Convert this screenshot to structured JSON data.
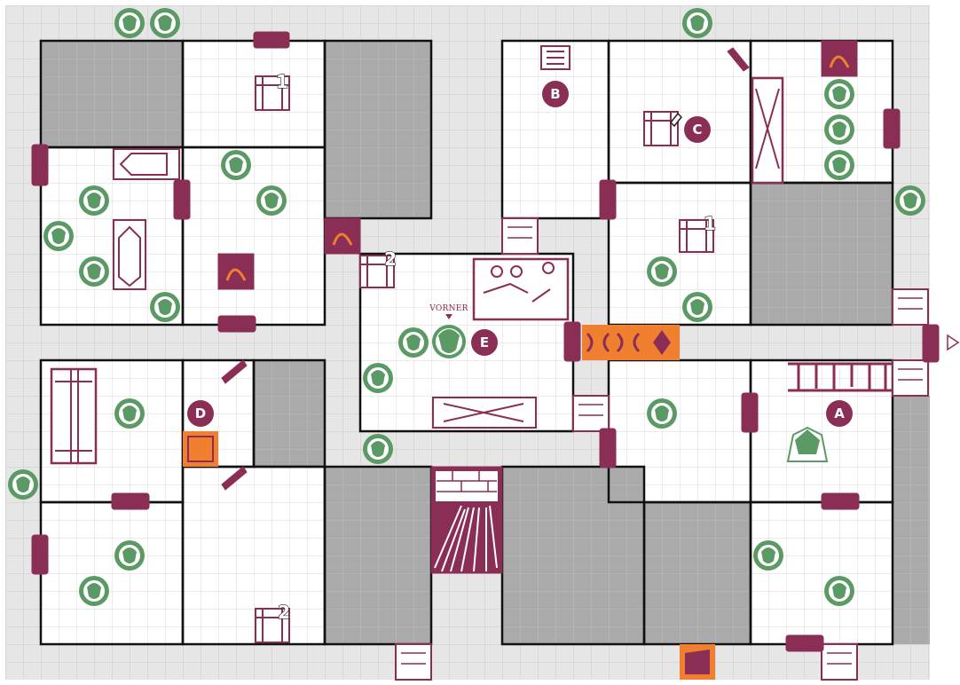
{
  "board": {
    "colors": {
      "corridor": "#e6e6e6",
      "room": "#ffffff",
      "solid": "#aaaaaa",
      "grid": "#c9c9c9",
      "wall": "#111111",
      "furniture": "#8b2e55",
      "monster": "#5b9a64",
      "hazard": "#f08030"
    },
    "room_labels": [
      "A",
      "B",
      "C",
      "D",
      "E"
    ],
    "number_labels": [
      "1",
      "1",
      "2",
      "2"
    ],
    "hero_name": "VORNER",
    "exit_icon": "arrow-right-outline-icon"
  }
}
